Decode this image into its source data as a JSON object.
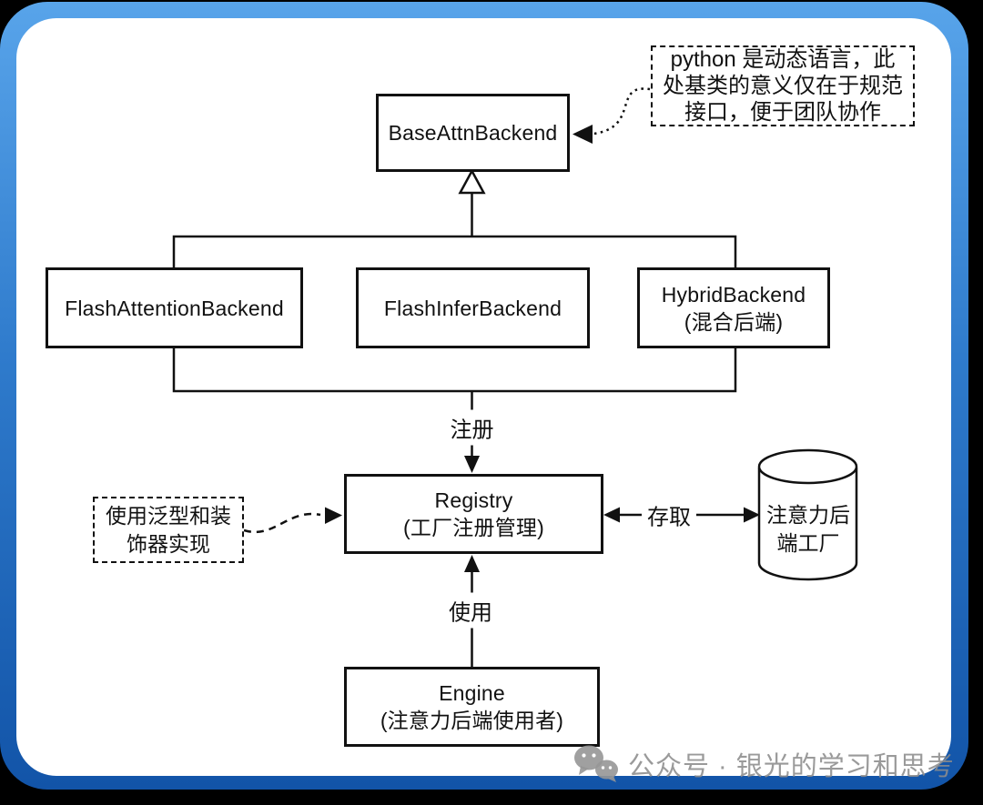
{
  "theme": {
    "frame_gradient_top": "#58a4ea",
    "frame_gradient_bottom": "#1254a8",
    "outer_background": "#000000",
    "card_background": "#ffffff",
    "line_color": "#111111",
    "watermark_color": "#8c8c8c"
  },
  "diagram": {
    "base_class": {
      "label": "BaseAttnBackend"
    },
    "note_top": {
      "lines": [
        "python 是动态语言，此",
        "处基类的意义仅在于规范",
        "接口，便于团队协作"
      ]
    },
    "subclasses": [
      {
        "label": "FlashAttentionBackend",
        "sublabel": ""
      },
      {
        "label": "FlashInferBackend",
        "sublabel": ""
      },
      {
        "label": "HybridBackend",
        "sublabel": "(混合后端)"
      }
    ],
    "registry": {
      "label": "Registry",
      "sublabel": "(工厂注册管理)"
    },
    "engine": {
      "label": "Engine",
      "sublabel": "(注意力后端使用者)"
    },
    "factory_store": {
      "lines": [
        "注意力后",
        "端工厂"
      ]
    },
    "note_left": {
      "lines": [
        "使用泛型和装",
        "饰器实现"
      ]
    },
    "edge_labels": {
      "register": "注册",
      "use": "使用",
      "access": "存取"
    }
  },
  "watermark": {
    "text": "公众号 · 银光的学习和思考"
  }
}
